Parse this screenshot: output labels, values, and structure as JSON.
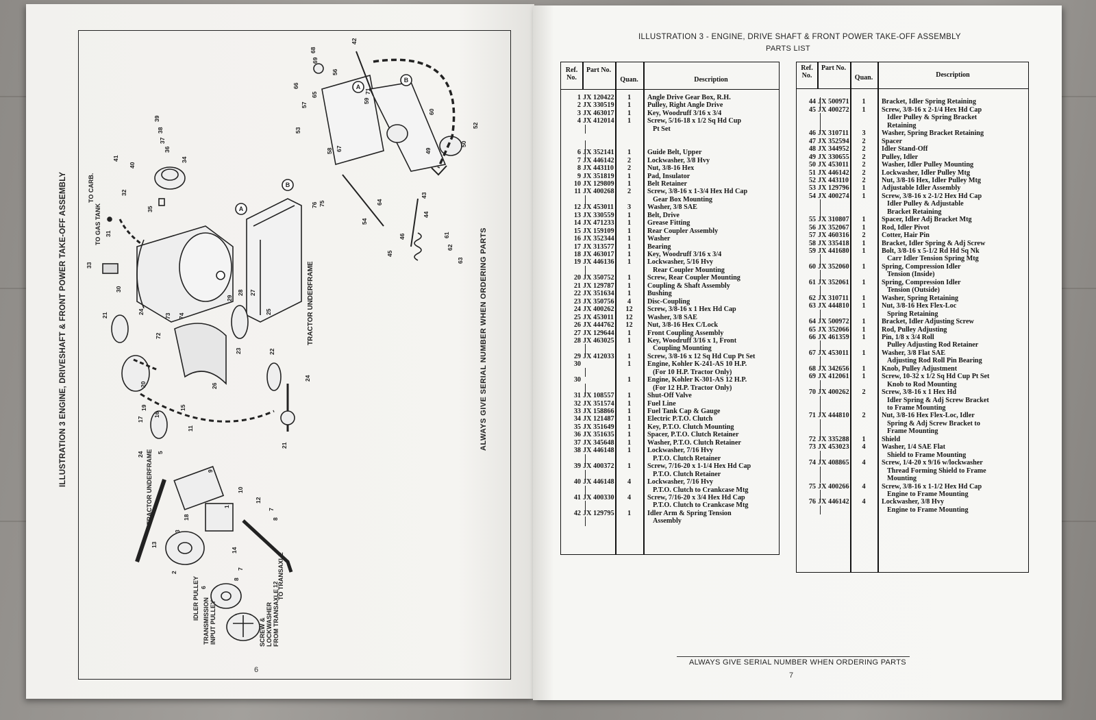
{
  "left_page": {
    "vertical_title": "ILLUSTRATION 3 ENGINE, DRIVESHAFT & FRONT POWER TAKE-OFF ASSEMBLY",
    "vertical_notice": "ALWAYS GIVE SERIAL NUMBER WHEN ORDERING PARTS",
    "page_number": "6",
    "labels": {
      "to_carb": "TO CARB.",
      "to_gas_tank": "TO GAS TANK",
      "tractor_underframe_top": "TRACTOR UNDERFRAME",
      "tractor_underframe_bottom": "TRACTOR UNDERFRAME",
      "to_transaxle": "TO TRANSAXLE",
      "idler_pulley": "IDLER PULLEY",
      "transmission_input_pulley": "TRANSMISSION INPUT PULLEY",
      "screw_lockwasher": "SCREW & LOCKWASHER FROM TRANSAXLE",
      "marker_a": "A",
      "marker_b": "B"
    },
    "callouts": [
      "69",
      "68",
      "42",
      "56",
      "66",
      "65",
      "57",
      "53",
      "67",
      "58",
      "59",
      "71",
      "60",
      "52",
      "50",
      "49",
      "54",
      "64",
      "46",
      "45",
      "61",
      "62",
      "63",
      "43",
      "44",
      "39",
      "38",
      "37",
      "36",
      "34",
      "41",
      "40",
      "32",
      "35",
      "31",
      "33",
      "30",
      "76",
      "75",
      "29",
      "28",
      "27",
      "73",
      "74",
      "72",
      "24",
      "21",
      "25",
      "26",
      "22",
      "23",
      "20",
      "19",
      "17",
      "16",
      "15",
      "11",
      "24",
      "5",
      "21",
      "24",
      "10",
      "12",
      "9",
      "1",
      "18",
      "3",
      "13",
      "14",
      "2",
      "6",
      "7",
      "8",
      "12",
      "7",
      "8"
    ]
  },
  "right_page": {
    "title": "ILLUSTRATION 3 - ENGINE, DRIVE SHAFT & FRONT POWER TAKE-OFF ASSEMBLY",
    "subtitle": "PARTS LIST",
    "footer_notice": "ALWAYS GIVE SERIAL NUMBER WHEN ORDERING PARTS",
    "page_number": "7",
    "headers": {
      "ref": "Ref. No.",
      "part": "Part No.",
      "quan": "Quan.",
      "desc": "Description"
    },
    "tables": [
      {
        "rows": [
          {
            "ref": "1",
            "part": "JX 120422",
            "quan": "1",
            "desc": [
              "Angle Drive Gear Box, R.H."
            ]
          },
          {
            "ref": "2",
            "part": "JX 330519",
            "quan": "1",
            "desc": [
              "Pulley, Right Angle Drive"
            ]
          },
          {
            "ref": "3",
            "part": "JX 463017",
            "quan": "1",
            "desc": [
              "Key, Woodruff 3/16 x 3/4"
            ]
          },
          {
            "ref": "4",
            "part": "JX 412014",
            "quan": "1",
            "desc": [
              "Screw, 5/16-18 x 1/2 Sq Hd Cup",
              "Pt Set"
            ]
          },
          {
            "ref": "",
            "part": "",
            "quan": "",
            "desc": [
              ""
            ]
          },
          {
            "ref": "",
            "part": "",
            "quan": "",
            "desc": [
              ""
            ]
          },
          {
            "ref": "6",
            "part": "JX 352141",
            "quan": "1",
            "desc": [
              "Guide Belt, Upper"
            ]
          },
          {
            "ref": "7",
            "part": "JX 446142",
            "quan": "2",
            "desc": [
              "Lockwasher, 3/8 Hvy"
            ]
          },
          {
            "ref": "8",
            "part": "JX 443110",
            "quan": "2",
            "desc": [
              "Nut, 3/8-16 Hex"
            ]
          },
          {
            "ref": "9",
            "part": "JX 351819",
            "quan": "1",
            "desc": [
              "Pad, Insulator"
            ]
          },
          {
            "ref": "10",
            "part": "JX 129809",
            "quan": "1",
            "desc": [
              "Belt Retainer"
            ]
          },
          {
            "ref": "11",
            "part": "JX 400268",
            "quan": "2",
            "desc": [
              "Screw, 3/8-16 x 1-3/4 Hex Hd Cap",
              "Gear Box Mounting"
            ]
          },
          {
            "ref": "12",
            "part": "JX 453011",
            "quan": "3",
            "desc": [
              "Washer, 3/8 SAE"
            ]
          },
          {
            "ref": "13",
            "part": "JX 330559",
            "quan": "1",
            "desc": [
              "Belt, Drive"
            ]
          },
          {
            "ref": "14",
            "part": "JX 471233",
            "quan": "1",
            "desc": [
              "Grease Fitting"
            ]
          },
          {
            "ref": "15",
            "part": "JX 159109",
            "quan": "1",
            "desc": [
              "Rear Coupler Assembly"
            ]
          },
          {
            "ref": "16",
            "part": "JX 352344",
            "quan": "1",
            "desc": [
              "Washer"
            ]
          },
          {
            "ref": "17",
            "part": "JX 313577",
            "quan": "1",
            "desc": [
              "Bearing"
            ]
          },
          {
            "ref": "18",
            "part": "JX 463017",
            "quan": "1",
            "desc": [
              "Key, Woodruff 3/16 x 3/4"
            ]
          },
          {
            "ref": "19",
            "part": "JX 446136",
            "quan": "1",
            "desc": [
              "Lockwasher, 5/16 Hvy",
              "Rear Coupler Mounting"
            ]
          },
          {
            "ref": "20",
            "part": "JX 350752",
            "quan": "1",
            "desc": [
              "Screw, Rear Coupler Mounting"
            ]
          },
          {
            "ref": "21",
            "part": "JX 129787",
            "quan": "1",
            "desc": [
              "Coupling & Shaft Assembly"
            ]
          },
          {
            "ref": "22",
            "part": "JX 351634",
            "quan": "1",
            "desc": [
              "Bushing"
            ]
          },
          {
            "ref": "23",
            "part": "JX 350756",
            "quan": "4",
            "desc": [
              "Disc-Coupling"
            ]
          },
          {
            "ref": "24",
            "part": "JX 400262",
            "quan": "12",
            "desc": [
              "Screw, 3/8-16 x 1 Hex Hd Cap"
            ]
          },
          {
            "ref": "25",
            "part": "JX 453011",
            "quan": "12",
            "desc": [
              "Washer, 3/8 SAE"
            ]
          },
          {
            "ref": "26",
            "part": "JX 444762",
            "quan": "12",
            "desc": [
              "Nut, 3/8-16 Hex C/Lock"
            ]
          },
          {
            "ref": "27",
            "part": "JX 129644",
            "quan": "1",
            "desc": [
              "Front Coupling Assembly"
            ]
          },
          {
            "ref": "28",
            "part": "JX 463025",
            "quan": "1",
            "desc": [
              "Key, Woodruff 3/16 x 1, Front",
              "Coupling Mounting"
            ]
          },
          {
            "ref": "29",
            "part": "JX 412033",
            "quan": "1",
            "desc": [
              "Screw, 3/8-16 x 12 Sq Hd Cup Pt Set"
            ]
          },
          {
            "ref": "30",
            "part": "",
            "quan": "1",
            "desc": [
              "Engine, Kohler K-241-AS 10 H.P.",
              "(For 10 H.P. Tractor Only)"
            ]
          },
          {
            "ref": "30",
            "part": "",
            "quan": "1",
            "desc": [
              "Engine, Kohler K-301-AS 12 H.P.",
              "(For 12 H.P. Tractor Only)"
            ]
          },
          {
            "ref": "31",
            "part": "JX 108557",
            "quan": "1",
            "desc": [
              "Shut-Off Valve"
            ]
          },
          {
            "ref": "32",
            "part": "JX 351574",
            "quan": "1",
            "desc": [
              "Fuel Line"
            ]
          },
          {
            "ref": "33",
            "part": "JX 158866",
            "quan": "1",
            "desc": [
              "Fuel Tank Cap & Gauge"
            ]
          },
          {
            "ref": "34",
            "part": "JX 121487",
            "quan": "1",
            "desc": [
              "Electric P.T.O. Clutch"
            ]
          },
          {
            "ref": "35",
            "part": "JX 351649",
            "quan": "1",
            "desc": [
              "Key, P.T.O. Clutch Mounting"
            ]
          },
          {
            "ref": "36",
            "part": "JX 351635",
            "quan": "1",
            "desc": [
              "Spacer, P.T.O. Clutch Retainer"
            ]
          },
          {
            "ref": "37",
            "part": "JX 345648",
            "quan": "1",
            "desc": [
              "Washer, P.T.O. Clutch Retainer"
            ]
          },
          {
            "ref": "38",
            "part": "JX 446148",
            "quan": "1",
            "desc": [
              "Lockwasher, 7/16 Hvy",
              "P.T.O. Clutch Retainer"
            ]
          },
          {
            "ref": "39",
            "part": "JX 400372",
            "quan": "1",
            "desc": [
              "Screw, 7/16-20 x 1-1/4 Hex Hd Cap",
              "P.T.O. Clutch Retainer"
            ]
          },
          {
            "ref": "40",
            "part": "JX 446148",
            "quan": "4",
            "desc": [
              "Lockwasher, 7/16 Hvy",
              "P.T.O. Clutch to Crankcase Mtg"
            ]
          },
          {
            "ref": "41",
            "part": "JX 400330",
            "quan": "4",
            "desc": [
              "Screw, 7/16-20 x 3/4 Hex Hd Cap",
              "P.T.O. Clutch to Crankcase Mtg"
            ]
          },
          {
            "ref": "42",
            "part": "JX 129795",
            "quan": "1",
            "desc": [
              "Idler Arm & Spring Tension",
              "Assembly"
            ]
          }
        ]
      },
      {
        "rows": [
          {
            "ref": "",
            "part": "",
            "quan": "",
            "desc": [
              ""
            ]
          },
          {
            "ref": "44",
            "part": "JX 500971",
            "quan": "1",
            "desc": [
              "Bracket, Idler Spring Retaining"
            ]
          },
          {
            "ref": "45",
            "part": "JX 400272",
            "quan": "1",
            "desc": [
              "Screw, 3/8-16 x 2-1/4 Hex Hd Cap",
              "Idler Pulley & Spring Bracket",
              "Retaining"
            ]
          },
          {
            "ref": "46",
            "part": "JX 310711",
            "quan": "3",
            "desc": [
              "Washer, Spring Bracket Retaining"
            ]
          },
          {
            "ref": "47",
            "part": "JX 352594",
            "quan": "2",
            "desc": [
              "Spacer"
            ]
          },
          {
            "ref": "48",
            "part": "JX 344952",
            "quan": "2",
            "desc": [
              "Idler Stand-Off"
            ]
          },
          {
            "ref": "49",
            "part": "JX 330655",
            "quan": "2",
            "desc": [
              "Pulley, Idler"
            ]
          },
          {
            "ref": "50",
            "part": "JX 453011",
            "quan": "2",
            "desc": [
              "Washer, Idler Pulley Mounting"
            ]
          },
          {
            "ref": "51",
            "part": "JX 446142",
            "quan": "2",
            "desc": [
              "Lockwasher, Idler Pulley Mtg"
            ]
          },
          {
            "ref": "52",
            "part": "JX 443110",
            "quan": "2",
            "desc": [
              "Nut, 3/8-16 Hex, Idler Pulley Mtg"
            ]
          },
          {
            "ref": "53",
            "part": "JX 129796",
            "quan": "1",
            "desc": [
              "Adjustable Idler Assembly"
            ]
          },
          {
            "ref": "54",
            "part": "JX 400274",
            "quan": "1",
            "desc": [
              "Screw, 3/8-16 x 2-1/2 Hex Hd Cap",
              "Idler Pulley & Adjustable",
              "Bracket Retaining"
            ]
          },
          {
            "ref": "55",
            "part": "JX 310807",
            "quan": "1",
            "desc": [
              "Spacer, Idler Adj Bracket Mtg"
            ]
          },
          {
            "ref": "56",
            "part": "JX 352067",
            "quan": "1",
            "desc": [
              "Rod, Idler Pivot"
            ]
          },
          {
            "ref": "57",
            "part": "JX 460316",
            "quan": "2",
            "desc": [
              "Cotter, Hair Pin"
            ]
          },
          {
            "ref": "58",
            "part": "JX 335418",
            "quan": "1",
            "desc": [
              "Bracket, Idler Spring & Adj Screw"
            ]
          },
          {
            "ref": "59",
            "part": "JX 441680",
            "quan": "1",
            "desc": [
              "Bolt, 3/8-16 x 5-1/2 Rd Hd Sq Nk",
              "Carr Idler Tension Spring Mtg"
            ]
          },
          {
            "ref": "60",
            "part": "JX 352060",
            "quan": "1",
            "desc": [
              "Spring, Compression Idler",
              "Tension (Inside)"
            ]
          },
          {
            "ref": "61",
            "part": "JX 352061",
            "quan": "1",
            "desc": [
              "Spring, Compression Idler",
              "Tension (Outside)"
            ]
          },
          {
            "ref": "62",
            "part": "JX 310711",
            "quan": "1",
            "desc": [
              "Washer, Spring Retaining"
            ]
          },
          {
            "ref": "63",
            "part": "JX 444810",
            "quan": "1",
            "desc": [
              "Nut, 3/8-16 Hex Flex-Loc",
              "Spring Retaining"
            ]
          },
          {
            "ref": "64",
            "part": "JX 500972",
            "quan": "1",
            "desc": [
              "Bracket, Idler Adjusting Screw"
            ]
          },
          {
            "ref": "65",
            "part": "JX 352066",
            "quan": "1",
            "desc": [
              "Rod, Pulley Adjusting"
            ]
          },
          {
            "ref": "66",
            "part": "JX 461359",
            "quan": "1",
            "desc": [
              "Pin, 1/8 x 3/4 Roll",
              "Pulley Adjusting Rod Retainer"
            ]
          },
          {
            "ref": "67",
            "part": "JX 453011",
            "quan": "1",
            "desc": [
              "Washer, 3/8 Flat SAE",
              "Adjusting Rod Roll Pin Bearing"
            ]
          },
          {
            "ref": "68",
            "part": "JX 342656",
            "quan": "1",
            "desc": [
              "Knob, Pulley Adjustment"
            ]
          },
          {
            "ref": "69",
            "part": "JX 412061",
            "quan": "1",
            "desc": [
              "Screw, 10-32 x 1/2 Sq Hd Cup Pt Set",
              "Knob to Rod Mounting"
            ]
          },
          {
            "ref": "70",
            "part": "JX 400262",
            "quan": "2",
            "desc": [
              "Screw, 3/8-16 x 1 Hex Hd",
              "Idler Spring & Adj Screw Bracket",
              "to Frame Mounting"
            ]
          },
          {
            "ref": "71",
            "part": "JX 444810",
            "quan": "2",
            "desc": [
              "Nut, 3/8-16 Hex Flex-Loc, Idler",
              "Spring & Adj Screw Bracket to",
              "Frame Mounting"
            ]
          },
          {
            "ref": "72",
            "part": "JX 335288",
            "quan": "1",
            "desc": [
              "Shield"
            ]
          },
          {
            "ref": "73",
            "part": "JX 453023",
            "quan": "4",
            "desc": [
              "Washer, 1/4 SAE Flat",
              "Shield to Frame Mounting"
            ]
          },
          {
            "ref": "74",
            "part": "JX 408865",
            "quan": "4",
            "desc": [
              "Screw, 1/4-20 x 9/16 w/lockwasher",
              "Thread Forming Shield to Frame",
              "Mounting"
            ]
          },
          {
            "ref": "75",
            "part": "JX 400266",
            "quan": "4",
            "desc": [
              "Screw, 3/8-16 x 1-1/2 Hex Hd Cap",
              "Engine to Frame Mounting"
            ]
          },
          {
            "ref": "76",
            "part": "JX 446142",
            "quan": "4",
            "desc": [
              "Lockwasher, 3/8 Hvy",
              "Engine to Frame Mounting"
            ]
          }
        ]
      }
    ]
  }
}
